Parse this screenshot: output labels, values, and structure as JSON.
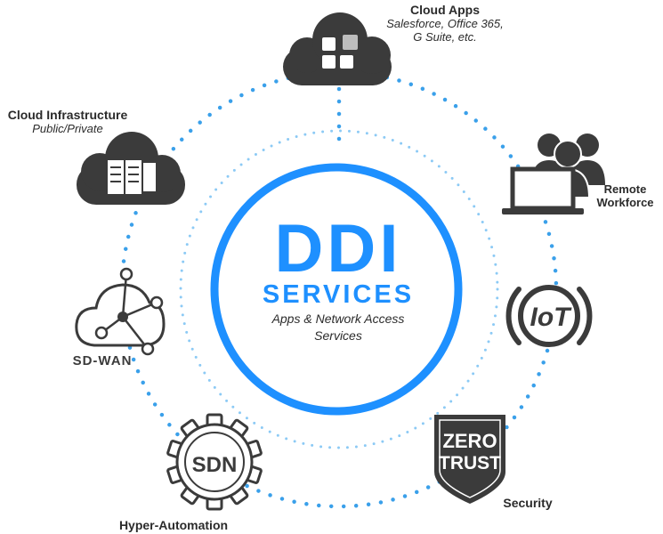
{
  "colors": {
    "accent": "#1e90ff",
    "dots_outer": "#3aa0ea",
    "dots_inner": "#8ccaf5",
    "icon": "#3b3b3b"
  },
  "center": {
    "title": "DDI",
    "subtitle": "SERVICES",
    "caption_line1": "Apps  & Network Access",
    "caption_line2": "Services"
  },
  "nodes": {
    "cloud_apps": {
      "title": "Cloud Apps",
      "line1": "Salesforce, Office 365,",
      "line2": "G Suite, etc.",
      "icon": "cloud-apps-icon"
    },
    "cloud_infra": {
      "title": "Cloud Infrastructure",
      "sub": "Public/Private",
      "icon": "cloud-server-icon"
    },
    "remote": {
      "line1": "Remote",
      "line2": "Workforce",
      "icon": "remote-workforce-icon"
    },
    "iot": {
      "text": "IoT",
      "icon": "iot-icon"
    },
    "sdwan": {
      "text": "SD-WAN",
      "icon": "sd-wan-cloud-icon"
    },
    "sdn": {
      "text": "SDN",
      "label": "Hyper-Automation",
      "icon": "gear-icon"
    },
    "security": {
      "line1": "ZERO",
      "line2": "TRUST",
      "label": "Security",
      "icon": "shield-icon"
    }
  }
}
